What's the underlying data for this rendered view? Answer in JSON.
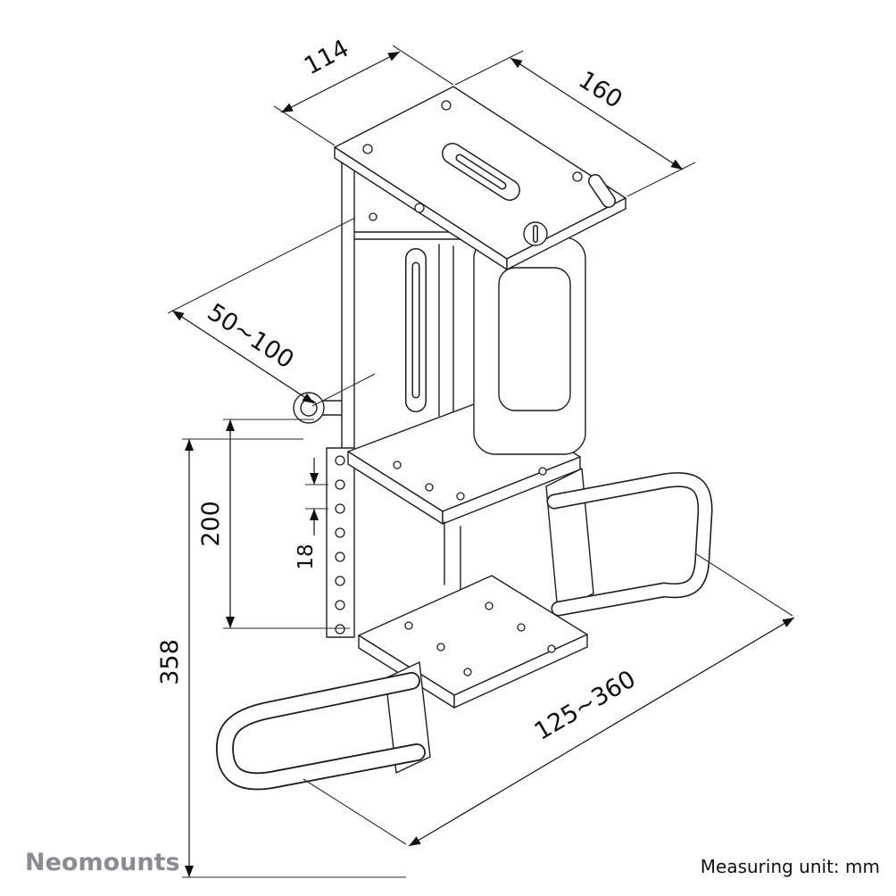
{
  "drawing": {
    "kind": "technical-dimension-drawing",
    "dims": {
      "d114": "114",
      "d160": "160",
      "d50_100": "50~100",
      "d200": "200",
      "d18": "18",
      "d358": "358",
      "d125_360": "125~360"
    }
  },
  "footer": {
    "brand": "Neomounts",
    "unit_note": "Measuring unit: mm"
  },
  "colors": {
    "line": "#1e1e1e",
    "brand_gray": "#8b8b93",
    "background": "#ffffff"
  }
}
